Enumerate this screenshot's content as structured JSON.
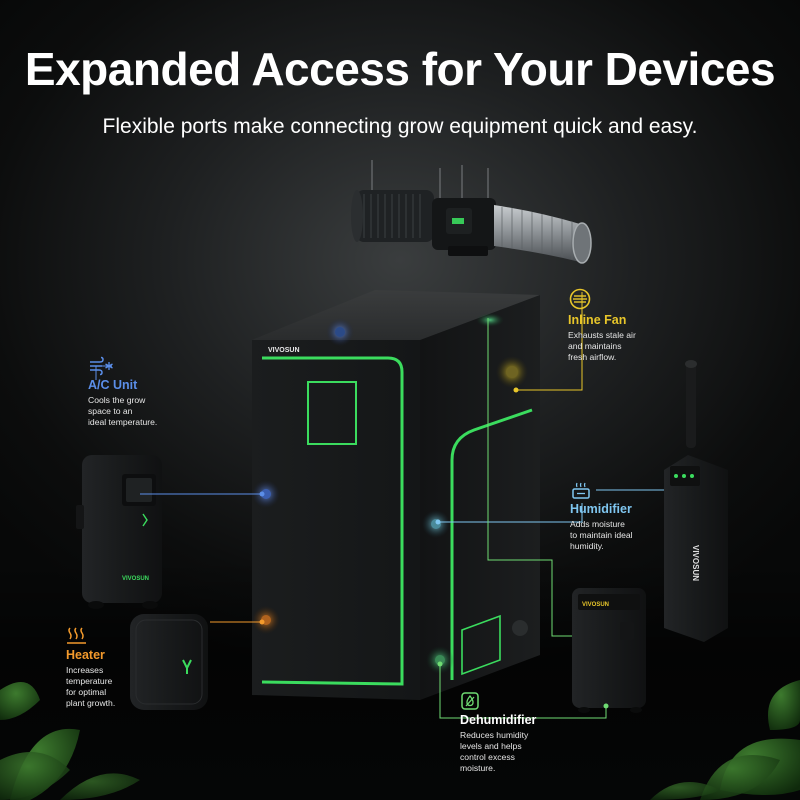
{
  "header": {
    "title": "Expanded Access for Your Devices",
    "subtitle": "Flexible ports make connecting grow equipment quick and easy."
  },
  "brand": {
    "logo_text": "VIVOSUN"
  },
  "colors": {
    "accent_green": "#3bdc5e",
    "inline_fan": "#e8c62a",
    "ac_unit": "#5b8ee8",
    "humidifier": "#7fc6f0",
    "heater": "#f39a2c",
    "dehumidifier": "#6fdc73"
  },
  "annotations": [
    {
      "key": "inline_fan",
      "icon": "fan-grill-icon",
      "name": "Inline Fan",
      "description": "Exhausts stale air\nand maintains\nfresh airflow."
    },
    {
      "key": "ac_unit",
      "icon": "wind-snowflake-icon",
      "name": "A/C Unit",
      "description": "Cools the grow\nspace to an\nideal temperature."
    },
    {
      "key": "humidifier",
      "icon": "humidifier-icon",
      "name": "Humidifier",
      "description": "Adds moisture\nto maintain ideal\nhumidity."
    },
    {
      "key": "heater",
      "icon": "heat-waves-icon",
      "name": "Heater",
      "description": "Increases\ntemperature\nfor optimal\nplant growth."
    },
    {
      "key": "dehumidifier",
      "icon": "dehumidifier-icon",
      "name": "Dehumidifier",
      "description": "Reduces humidity\nlevels and helps\ncontrol excess\nmoisture."
    }
  ]
}
